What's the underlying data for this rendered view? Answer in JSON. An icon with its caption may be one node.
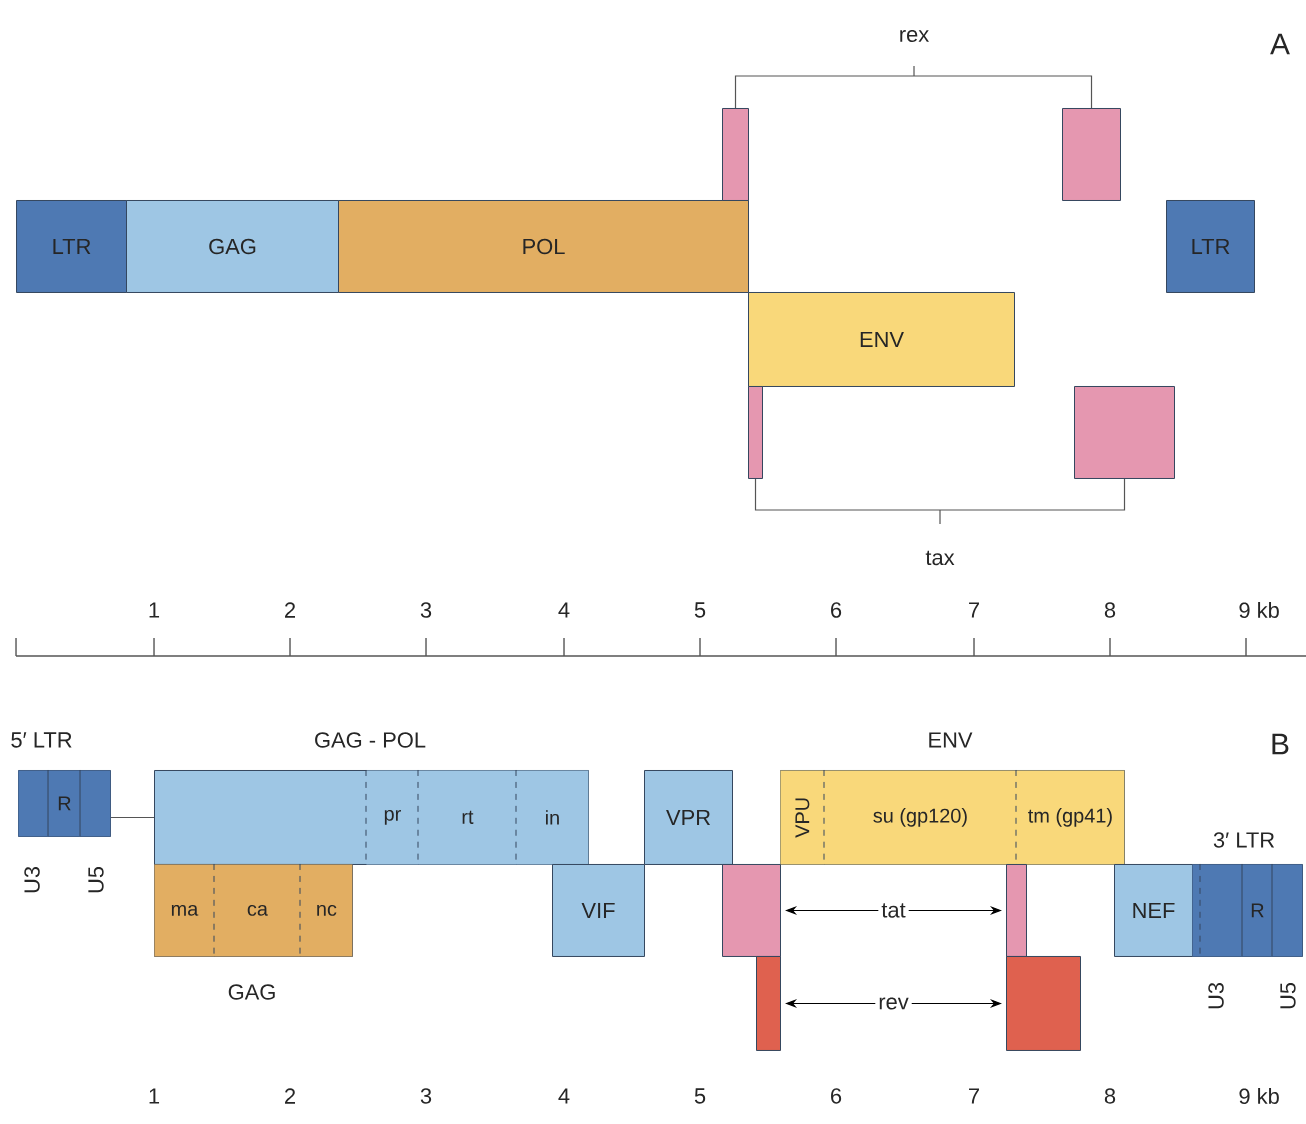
{
  "diagram": {
    "nodes": [
      {
        "text": [
          "LTR"
        ]
      },
      {
        "text": [
          "GAG"
        ]
      },
      {
        "text": [
          "POL"
        ]
      },
      {
        "text": [
          "ENV"
        ]
      },
      {
        "text": [
          "LTR"
        ]
      },
      {
        "text": [],
        "shape": "box"
      },
      {
        "text": [],
        "shape": "box"
      },
      {
        "text": [],
        "shape": "box"
      },
      {
        "text": [],
        "shape": "box"
      },
      {
        "text": [
          "5′ LTR"
        ]
      },
      {
        "text": [
          "U3"
        ],
        "in": 9
      },
      {
        "text": [
          "R"
        ],
        "in": 9
      },
      {
        "text": [
          "U5"
        ],
        "in": 9
      },
      {
        "text": [
          "GAG - POL"
        ]
      },
      {
        "text": [
          "pr"
        ],
        "in": 13
      },
      {
        "text": [
          "rt"
        ],
        "in": 13
      },
      {
        "text": [
          "in"
        ],
        "in": 13
      },
      {
        "text": [
          "VPR"
        ]
      },
      {
        "text": [
          "ENV"
        ]
      },
      {
        "text": [
          "VPU"
        ],
        "in": 18
      },
      {
        "text": [
          "su (gp120)"
        ],
        "in": 18
      },
      {
        "text": [
          "tm (gp41)"
        ],
        "in": 18
      },
      {
        "text": [
          "GAG"
        ]
      },
      {
        "text": [
          "ma"
        ],
        "in": 22
      },
      {
        "text": [
          "ca"
        ],
        "in": 22
      },
      {
        "text": [
          "nc"
        ],
        "in": 22
      },
      {
        "text": [
          "VIF"
        ]
      },
      {
        "text": [],
        "shape": "box"
      },
      {
        "text": [],
        "shape": "box"
      },
      {
        "text": [],
        "shape": "box"
      },
      {
        "text": [],
        "shape": "box"
      },
      {
        "text": [
          "NEF"
        ]
      },
      {
        "text": [
          "3′ LTR"
        ]
      },
      {
        "text": [
          "U3"
        ],
        "in": 32
      },
      {
        "text": [
          "R"
        ],
        "in": 32
      },
      {
        "text": [
          "U5"
        ],
        "in": 32
      }
    ],
    "edges": [
      {
        "from": 5,
        "to": 6,
        "arrow": "none",
        "label": "rex"
      },
      {
        "from": 7,
        "to": 8,
        "arrow": "none",
        "label": "tax"
      },
      {
        "from": 27,
        "to": 28,
        "arrow": "both",
        "label": "tat"
      },
      {
        "from": 29,
        "to": 30,
        "arrow": "both",
        "label": "rev"
      },
      {
        "from": 9,
        "to": 13,
        "arrow": "none"
      }
    ],
    "labels": [
      "A",
      "1",
      "2",
      "3",
      "4",
      "5",
      "6",
      "7",
      "8",
      "9 kb",
      "B",
      "1",
      "2",
      "3",
      "4",
      "5",
      "6",
      "7",
      "8",
      "9 kb"
    ]
  }
}
